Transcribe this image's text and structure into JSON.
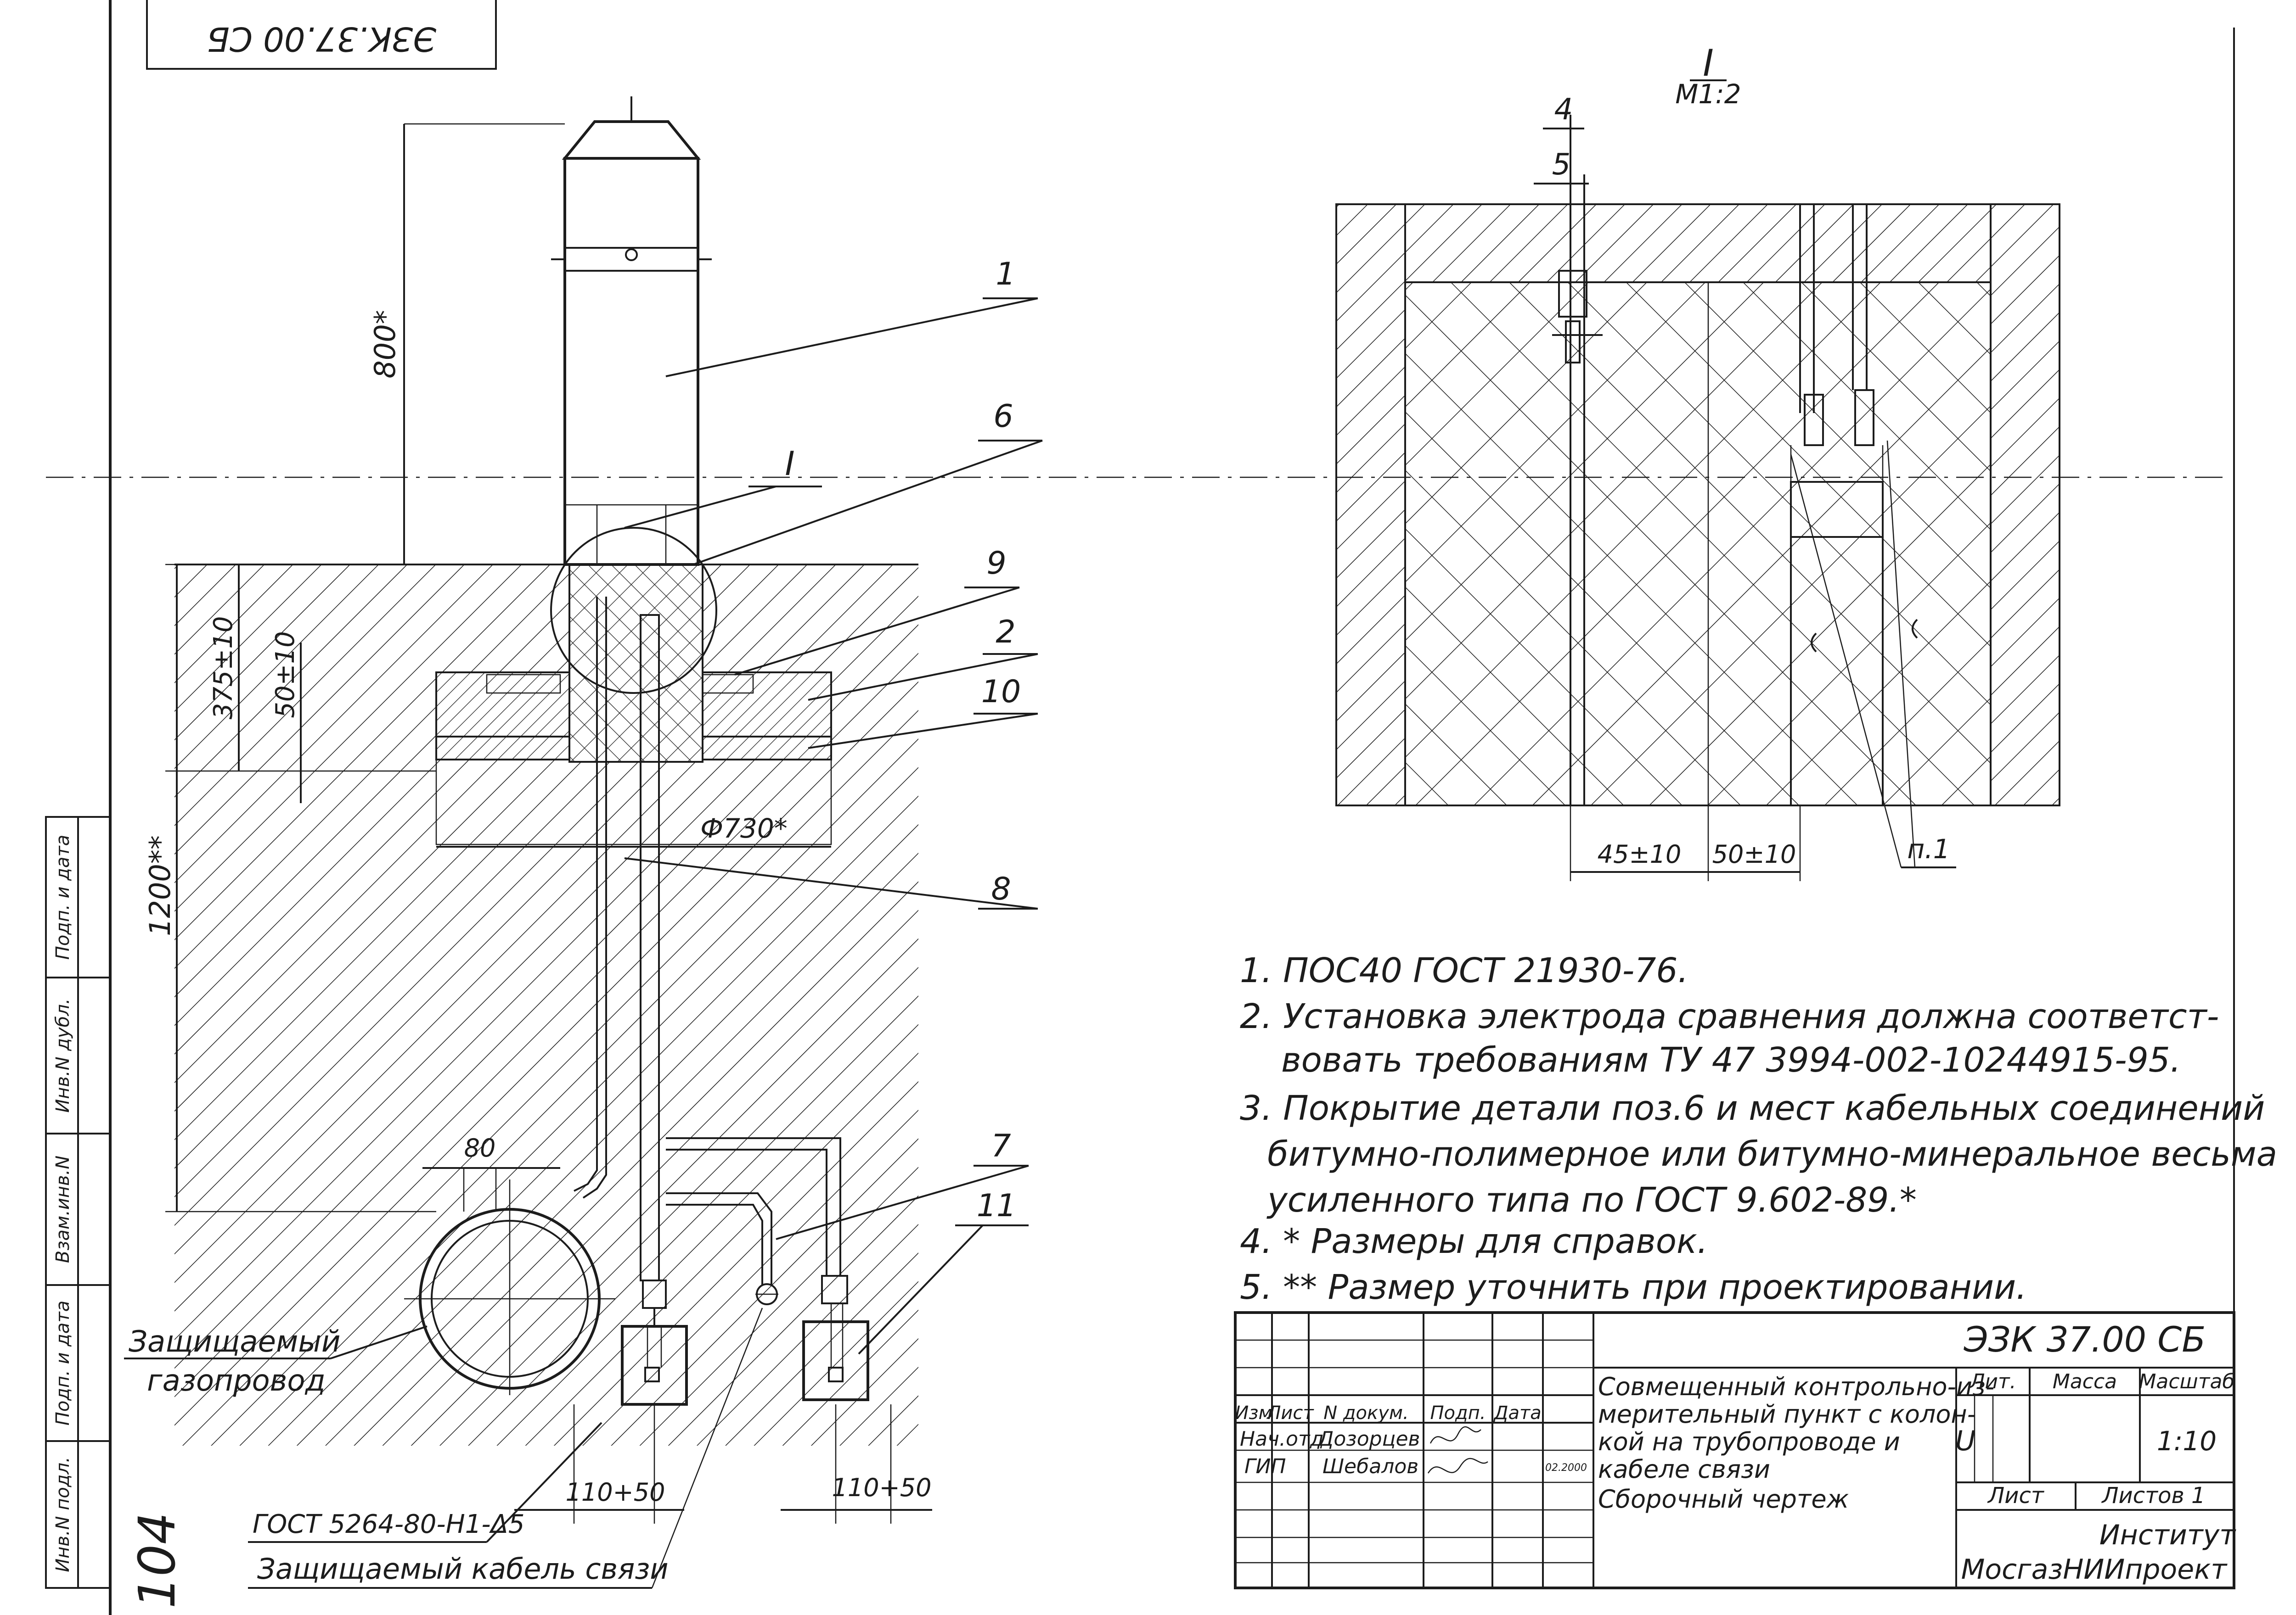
{
  "stamp_top": "ЭЗК.37.00 СБ",
  "section": {
    "label": "I",
    "scale": "М1:2"
  },
  "dims": {
    "d800": "800*",
    "d375": "375±10",
    "d50": "50±10",
    "d1200": "1200**",
    "d730": "Ф730*",
    "d80": "80",
    "d110a": "110+50",
    "d110b": "110+50",
    "d45": "45±10",
    "d50b": "50±10",
    "p1": "п.1"
  },
  "callouts": [
    "1",
    "6",
    "I",
    "9",
    "2",
    "10",
    "8",
    "7",
    "11",
    "4",
    "5"
  ],
  "labels": {
    "gas_pipe_1": "Защищаемый",
    "gas_pipe_2": "газопровод",
    "cable_gost": "ГОСТ 5264-80-Н1-Δ5",
    "cable": "Защищаемый кабель связи"
  },
  "notes": [
    "1.  ПОС40   ГОСТ 21930-76.",
    "2.  Установка электрода сравнения должна соответст-",
    "вовать требованиям  ТУ 47 3994-002-10244915-95.",
    "3.  Покрытие детали поз.6 и мест кабельных соединений",
    "битумно-полимерное или битумно-минеральное весьма",
    "усиленного типа по ГОСТ 9.602-89.*",
    "4.  * Размеры для справок.",
    "5.  ** Размер уточнить при проектировании."
  ],
  "title_block": {
    "doc_code": "ЭЗК 37.00 СБ",
    "title_lines": [
      "Совмещенный контрольно-из-",
      "мерительный пункт с колон-",
      "кой на трубопроводе и",
      "кабеле связи",
      "Сборочный   чертеж"
    ],
    "col_headers": [
      "Изм",
      "Лист",
      "N докум.",
      "Подп.",
      "Дата"
    ],
    "roles": [
      {
        "role": "Нач.отд",
        "name": "Дозорцев"
      },
      {
        "role": "ГИП",
        "name": "Шебалов"
      }
    ],
    "sign_date": "02.2000",
    "lit_header": "Лит.",
    "mass_header": "Масса",
    "scale_header": "Масштаб",
    "lit_value": "U",
    "scale_value": "1:10",
    "sheet_label": "Лист",
    "sheets_label": "Листов 1",
    "org_line1": "Институт",
    "org_line2": "МосгазНИИпроект"
  },
  "margin_stamp": [
    "Инв.N подл.",
    "Подп. и дата",
    "Взам.инв.N",
    "Инв.N дубл.",
    "Подп. и дата"
  ],
  "page_number": "104"
}
